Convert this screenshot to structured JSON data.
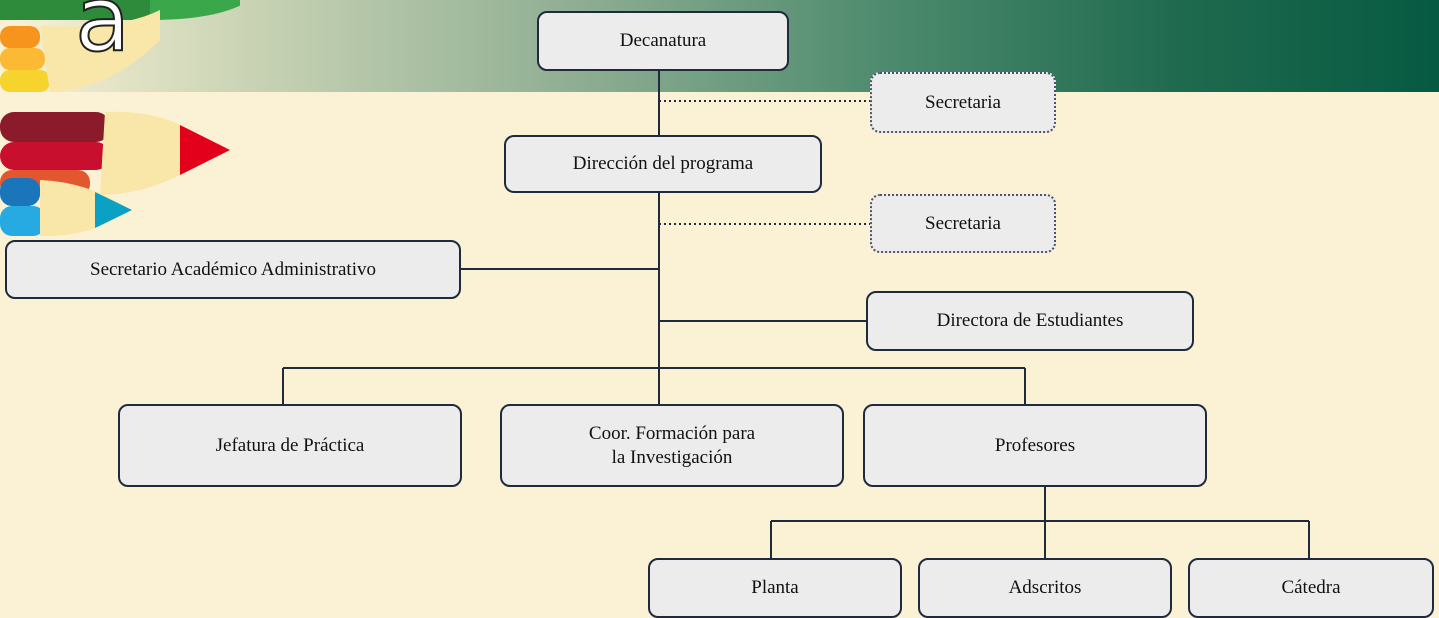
{
  "org_chart": {
    "decanatura": "Decanatura",
    "secretaria_1": "Secretaria",
    "direccion_programa": "Dirección del programa",
    "secretaria_2": "Secretaria",
    "secretario_academico": "Secretario Académico Administrativo",
    "directora_estudiantes": "Directora de Estudiantes",
    "jefatura_practica": "Jefatura de Práctica",
    "coor_formacion": "Coor. Formación para\nla Investigación",
    "profesores": "Profesores",
    "planta": "Planta",
    "adscritos": "Adscritos",
    "catedra": "Cátedra"
  },
  "colors": {
    "background": "#fbf2d6",
    "box_fill": "#ececec",
    "box_border": "#1f2b3d",
    "banner_dark": "#065a41"
  }
}
